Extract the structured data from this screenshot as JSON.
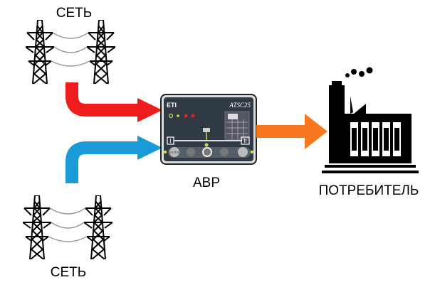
{
  "labels": {
    "grid_top": "СЕТЬ",
    "grid_bottom": "СЕТЬ",
    "ats": "АВР",
    "consumer": "ПОТРЕБИТЕЛЬ"
  },
  "device": {
    "brand": "ETI",
    "model": "ATSC25",
    "auto_label": "AUTO",
    "switch_1": "I",
    "switch_2": "II"
  },
  "colors": {
    "grid_top_arrow": "#ee1c1c",
    "grid_bottom_arrow": "#1a9ad6",
    "output_arrow": "#f7781e",
    "device_body": "#2f3a44"
  }
}
